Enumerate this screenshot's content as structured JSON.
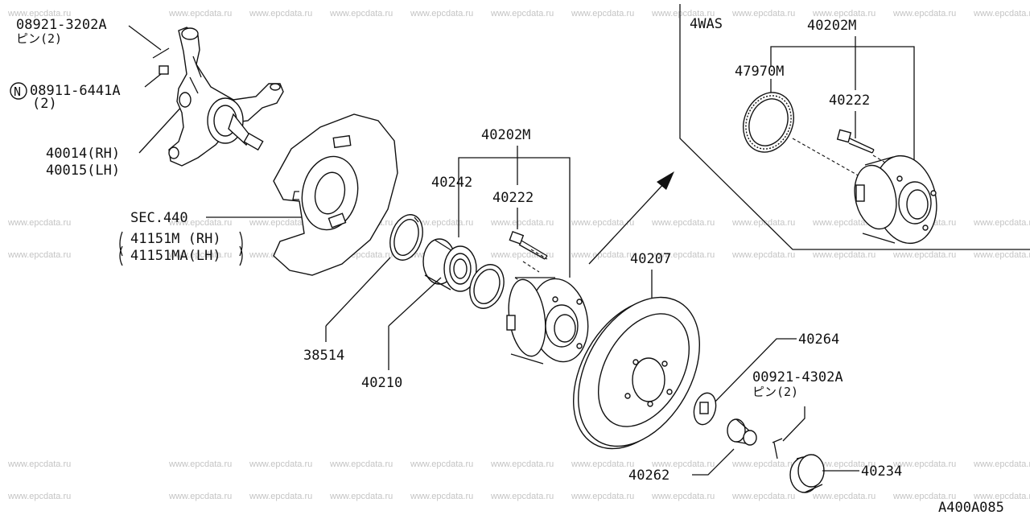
{
  "watermark": "www.epcdata.ru",
  "diagram_code": "A400A085",
  "inset": {
    "title": "4WAS",
    "hub_assembly": "40202M",
    "sensor_rotor": "47970M",
    "bolt": "40222"
  },
  "labels": {
    "pin_top_number": "08921-3202A",
    "pin_top_qty": "ピン(2)",
    "nut_symbol": "N",
    "nut_number": "08911-6441A",
    "nut_qty": "(2)",
    "knuckle_rh": "40014(RH)",
    "knuckle_lh": "40015(LH)",
    "sec": "SEC.440",
    "plate_rh": "41151M (RH)",
    "plate_lh": "41151MA(LH)",
    "snap_ring": "38514",
    "bearing": "40210",
    "hub_assembly": "40202M",
    "seal": "40242",
    "hub_bolt": "40222",
    "rotor": "40207",
    "washer": "40264",
    "pin_bottom_number": "00921-4302A",
    "pin_bottom_qty": "ピン(2)",
    "nut": "40262",
    "cap": "40234"
  },
  "colors": {
    "line": "#111111",
    "watermark": "#c4c4c4",
    "background": "#ffffff"
  }
}
